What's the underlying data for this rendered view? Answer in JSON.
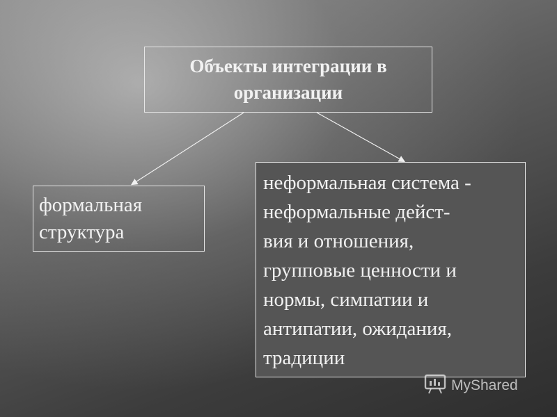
{
  "diagram": {
    "root": {
      "title": "Объекты интеграции в организации"
    },
    "left_node": {
      "lines": [
        "формальная",
        "структура"
      ]
    },
    "right_node": {
      "lines": [
        "неформальная система -",
        "неформальные дейст-",
        "вия и отношения,",
        "групповые ценности и",
        "нормы, симпатии и",
        "антипатии, ожидания,",
        "традиции"
      ]
    }
  },
  "watermark": {
    "text": "MyShared",
    "icon": "presentation-board-icon"
  }
}
